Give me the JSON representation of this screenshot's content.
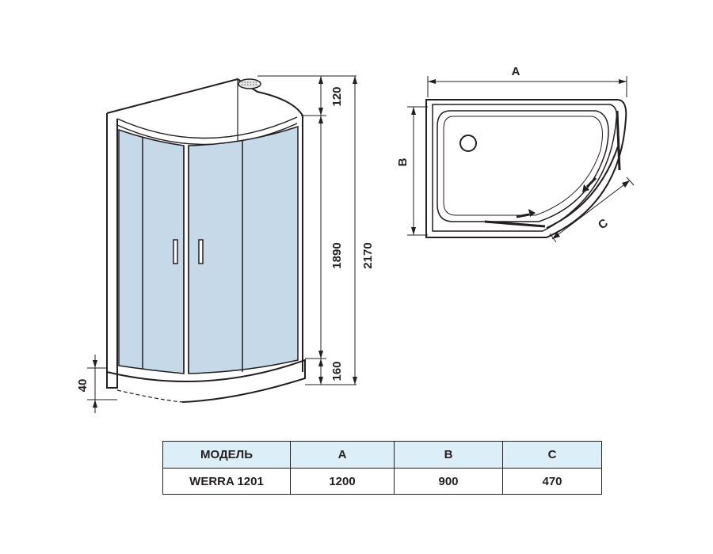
{
  "colors": {
    "line": "#231f20",
    "glass": "#c5d9e8",
    "header_fill": "#dceef8"
  },
  "side_view": {
    "dimensions": {
      "top_height": "120",
      "glass_height": "1890",
      "total_height": "2170",
      "base_height": "160",
      "tray_height": "40"
    }
  },
  "plan_view": {
    "labels": {
      "width": "A",
      "depth": "B",
      "door": "C"
    }
  },
  "spec_table": {
    "headers": [
      "МОДЕЛЬ",
      "A",
      "B",
      "C"
    ],
    "rows": [
      [
        "WERRA 1201",
        "1200",
        "900",
        "470"
      ]
    ]
  }
}
